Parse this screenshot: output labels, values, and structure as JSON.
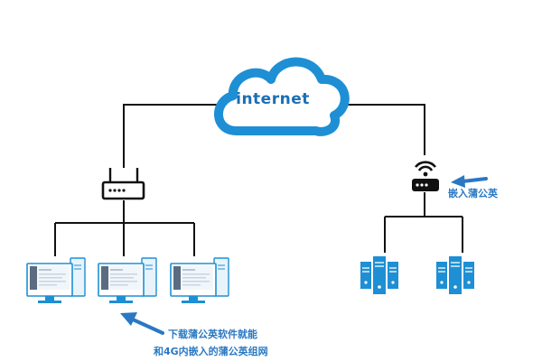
{
  "cloud": {
    "label": "internet"
  },
  "annotations": {
    "embedded_label": "嵌入蒲公英",
    "download_line1": "下载蒲公英软件就能",
    "download_line2": "和4G内嵌入的蒲公英组网"
  },
  "colors": {
    "cloud": "#1e8fd4",
    "cloud_text": "#1a6fb5",
    "server": "#1e8fd4",
    "line": "#111111",
    "annotation": "#2a78c3"
  },
  "icons": {
    "router": "router-icon",
    "wifi_router": "wifi-router-icon",
    "computer": "desktop-computer-icon",
    "server": "server-rack-icon",
    "arrow": "pointer-arrow-icon"
  }
}
